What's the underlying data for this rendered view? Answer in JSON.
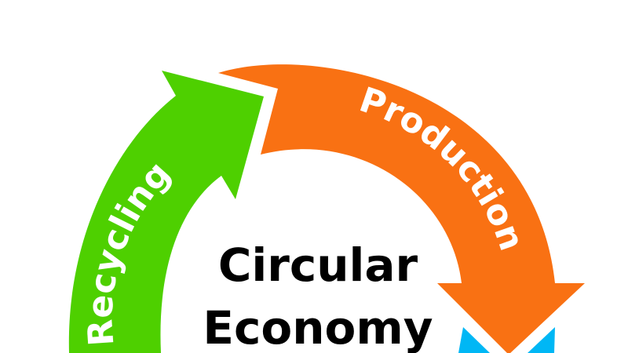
{
  "diagram": {
    "center_title_line1": "Circular",
    "center_title_line2": "Economy",
    "stages": [
      {
        "label": "Production",
        "color": "#F97113"
      },
      {
        "label": "Recycling",
        "color": "#4ED000"
      },
      {
        "label": "",
        "color": "#00B7F5"
      }
    ]
  }
}
